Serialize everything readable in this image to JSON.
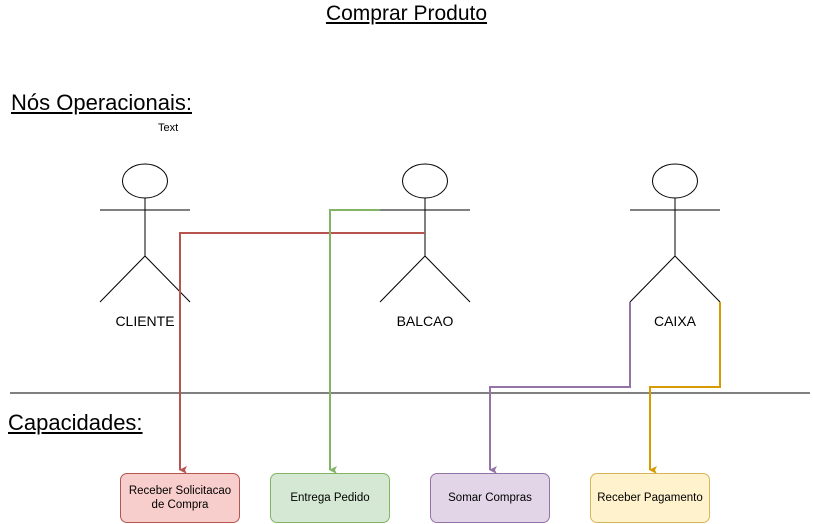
{
  "diagram": {
    "title": "Comprar Produto",
    "operational_nodes_label": "Nós Operacionais:",
    "capabilities_label": "Capacidades:",
    "floating_text": "Text",
    "actors": [
      {
        "id": "cliente",
        "name": "CLIENTE"
      },
      {
        "id": "balcao",
        "name": "BALCAO"
      },
      {
        "id": "caixa",
        "name": "CAIXA"
      }
    ],
    "capabilities": [
      {
        "id": "receber-solicitacao",
        "label": "Receber Solicitacao de Compra",
        "fill": "#f8cecc",
        "stroke": "#b85450"
      },
      {
        "id": "entrega-pedido",
        "label": "Entrega Pedido",
        "fill": "#d5e8d4",
        "stroke": "#82b366"
      },
      {
        "id": "somar-compras",
        "label": "Somar Compras",
        "fill": "#e1d5e7",
        "stroke": "#9673a6"
      },
      {
        "id": "receber-pagamento",
        "label": "Receber Pagamento",
        "fill": "#fff2cc",
        "stroke": "#d6b656"
      }
    ],
    "connectors": [
      {
        "from": "balcao",
        "to": "receber-solicitacao",
        "color": "#b85450"
      },
      {
        "from": "balcao",
        "to": "entrega-pedido",
        "color": "#82b366"
      },
      {
        "from": "caixa",
        "to": "somar-compras",
        "color": "#9673a6"
      },
      {
        "from": "caixa",
        "to": "receber-pagamento",
        "color": "#d79b00"
      }
    ]
  }
}
